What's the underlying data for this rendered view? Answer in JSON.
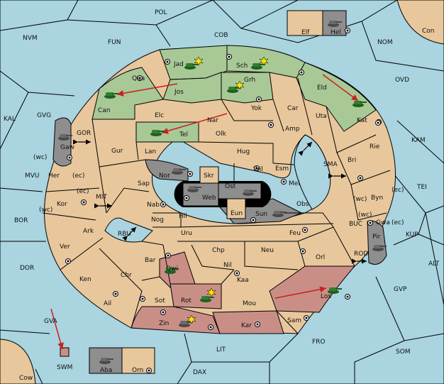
{
  "labels": {
    "POL": "POL",
    "NVM": "NVM",
    "FUN": "FUN",
    "COB": "COB",
    "NOM": "NOM",
    "Con": "Con",
    "Elf": "Elf",
    "Hel": "Hel",
    "OVD": "OVD",
    "KAL": "KAL",
    "GVG": "GVG",
    "GOR": "GOR",
    "Gaw": "Gaw",
    "wc1": "(wc)",
    "ec1": "(ec)",
    "Her": "Her",
    "MVU": "MVU",
    "MIT": "MIT",
    "ec2": "(ec)",
    "wc2": "(wc)",
    "Kor": "Kor",
    "BOR": "BOR",
    "Ark": "Ark",
    "RBU": "RBU",
    "Ver": "Ver",
    "DOR": "DOR",
    "Ken": "Ken",
    "Ail": "Ail",
    "Chr": "Chr",
    "GVA": "GVA",
    "SWM": "SWM",
    "Cow": "Cow",
    "Aba": "Aba",
    "Orn": "Orn",
    "LIT": "LIT",
    "DAX": "DAX",
    "FRO": "FRO",
    "SOM": "SOM",
    "GVP": "GVP",
    "ALT": "ALT",
    "KUP": "KUP",
    "TEI": "TEI",
    "KAM": "KAM",
    "Jad": "Jad",
    "Sch": "Sch",
    "Qua": "Qua",
    "Jos": "Jos",
    "Grh": "Grh",
    "Eld": "Eld",
    "Kat": "Kat",
    "Can": "Can",
    "Elc": "Elc",
    "Yok": "Yok",
    "Car": "Car",
    "Uta": "Uta",
    "Nar": "Nar",
    "Tel": "Tel",
    "Olk": "Olk",
    "Amp": "Amp",
    "Gur": "Gur",
    "Lan": "Lan",
    "Hug": "Hug",
    "Rie": "Rie",
    "Bri": "Bri",
    "SMA": "SMA",
    "Wil": "Wil",
    "Esm": "Esm",
    "Nor": "Nor",
    "Skr": "Skr",
    "Sap": "Sap",
    "Ost": "Ost",
    "Web": "Web",
    "Mel": "Mel",
    "Byn": "Byn",
    "wc3": "(wc)",
    "ec3": "(ec)",
    "Nab": "Nab",
    "Eun": "Eun",
    "Obs": "Obs",
    "Hil": "Hil",
    "Sun": "Sun",
    "wc4": "(wc)",
    "Gwa": "Gwa",
    "ec4": "(ec)",
    "BUC": "BUC",
    "Nog": "Nog",
    "Pir": "Pir",
    "Uru": "Uru",
    "Feu": "Feu",
    "Chp": "Chp",
    "Neu": "Neu",
    "ROD": "ROD",
    "Bar": "Bar",
    "Qwi": "Qwi",
    "Nil": "Nil",
    "Orl": "Orl",
    "Kaa": "Kaa",
    "Rot": "Rot",
    "Sot": "Sot",
    "Mou": "Mou",
    "Los": "Los",
    "Zin": "Zin",
    "Kar": "Kar",
    "Sam": "Sam"
  },
  "colors": {
    "sea": "#a9d4e0",
    "land": "#e8c79c",
    "green_power": "#a8c896",
    "red_power": "#c98f86",
    "grey_power": "#8e8e8e",
    "move_arrow": "#cc1f1f"
  },
  "icons": [
    "tank-icon",
    "explosion-icon",
    "supply-center-icon",
    "move-arrow"
  ]
}
